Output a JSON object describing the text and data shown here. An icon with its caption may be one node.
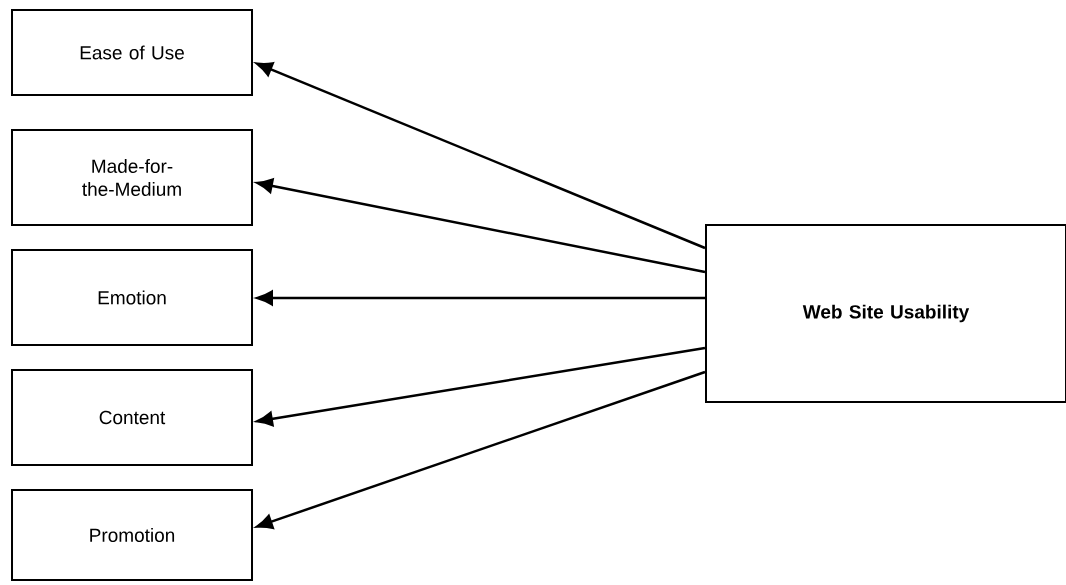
{
  "diagram": {
    "nodes": [
      {
        "text": [
          "Ease of Use"
        ]
      },
      {
        "text": [
          "Made-for-the-Medium"
        ]
      },
      {
        "text": [
          "Emotion"
        ]
      },
      {
        "text": [
          "Content"
        ]
      },
      {
        "text": [
          "Promotion"
        ]
      },
      {
        "text": [
          "Web Site Usability"
        ]
      }
    ],
    "edges": [
      {
        "from": 5,
        "to": 0,
        "arrow": "to"
      },
      {
        "from": 5,
        "to": 1,
        "arrow": "to"
      },
      {
        "from": 5,
        "to": 2,
        "arrow": "to"
      },
      {
        "from": 5,
        "to": 3,
        "arrow": "to"
      },
      {
        "from": 5,
        "to": 4,
        "arrow": "to"
      }
    ]
  }
}
